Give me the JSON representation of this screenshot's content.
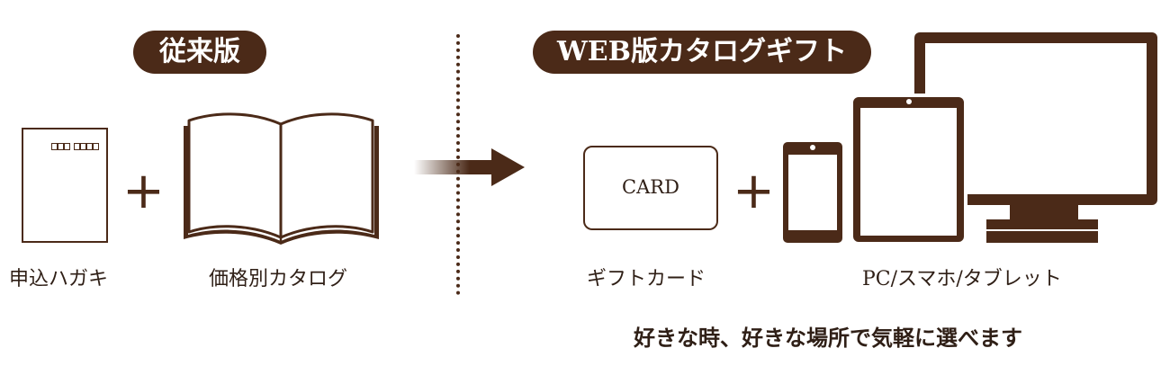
{
  "traditional": {
    "title": "従来版",
    "items": [
      {
        "label": "申込ハガキ",
        "icon": "postcard-icon"
      },
      {
        "label": "価格別カタログ",
        "icon": "open-book-icon"
      }
    ],
    "plus": "+"
  },
  "web": {
    "title": "WEB版カタログギフト",
    "card_text": "CARD",
    "items": [
      {
        "label": "ギフトカード",
        "icon": "gift-card-icon"
      },
      {
        "label": "PC/スマホ/タブレット",
        "icon": "devices-icon"
      }
    ],
    "plus": "+"
  },
  "footer": "好きな時、好きな場所で気軽に選べます",
  "colors": {
    "accent": "#4b2a18",
    "text": "#2f1f16"
  }
}
